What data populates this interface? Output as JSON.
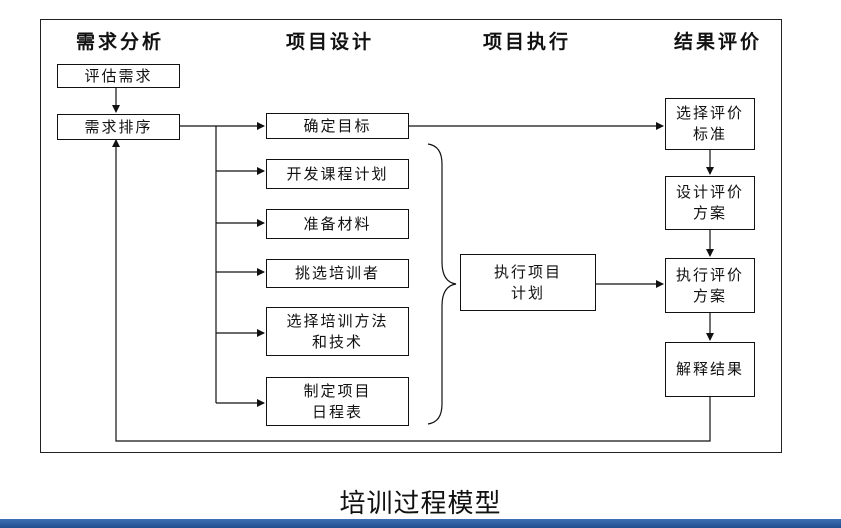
{
  "columns": {
    "needs_analysis": "需求分析",
    "project_design": "项目设计",
    "project_execution": "项目执行",
    "evaluation": "结果评价"
  },
  "boxes": {
    "assess_needs": "评估需求",
    "prioritize_needs": "需求排序",
    "set_goals": "确定目标",
    "develop_curriculum": "开发课程计划",
    "prepare_materials": "准备材料",
    "select_trainers": "挑选培训者",
    "select_methods": [
      "选择培训方法",
      "和技术"
    ],
    "make_schedule": [
      "制定项目",
      "日程表"
    ],
    "execute_plan": [
      "执行项目",
      "计划"
    ],
    "select_criteria": [
      "选择评价",
      "标准"
    ],
    "design_evaluation": [
      "设计评价",
      "方案"
    ],
    "execute_evaluation": [
      "执行评价",
      "方案"
    ],
    "interpret_results": "解释结果"
  },
  "caption": "培训过程模型"
}
